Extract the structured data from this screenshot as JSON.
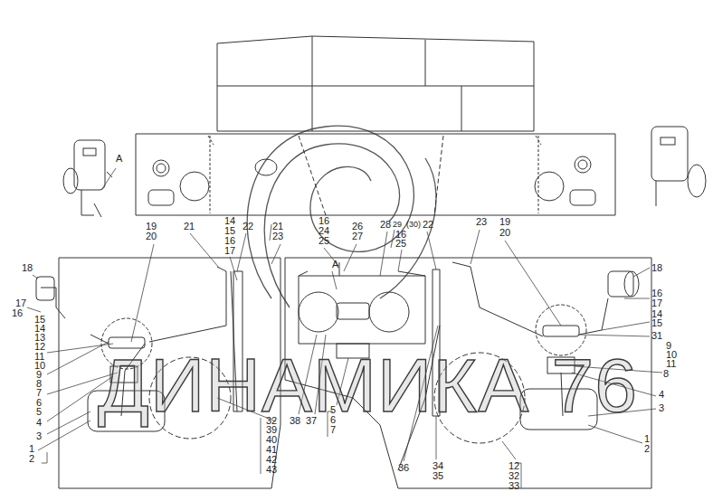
{
  "diagram": {
    "labels": [
      "A",
      "A",
      "19",
      "20",
      "21",
      "14",
      "15",
      "16",
      "17",
      "22",
      "21",
      "23",
      "16",
      "24",
      "25",
      "26",
      "27",
      "28",
      "29",
      "(30)",
      "22",
      "16",
      "25",
      "23",
      "19",
      "20",
      "18",
      "17",
      "16",
      "15",
      "14",
      "13",
      "12",
      "11",
      "10",
      "9",
      "8",
      "7",
      "6",
      "5",
      "4",
      "3",
      "1",
      "2",
      "32",
      "39",
      "40",
      "41",
      "42",
      "43",
      "38",
      "37",
      "5",
      "6",
      "7",
      "36",
      "34",
      "35",
      "12",
      "32",
      "33",
      "18",
      "16",
      "17",
      "14",
      "15",
      "31",
      "9",
      "10",
      "11",
      "8",
      "4",
      "3",
      "1",
      "2",
      "ДИНАМИКА 76"
    ]
  }
}
